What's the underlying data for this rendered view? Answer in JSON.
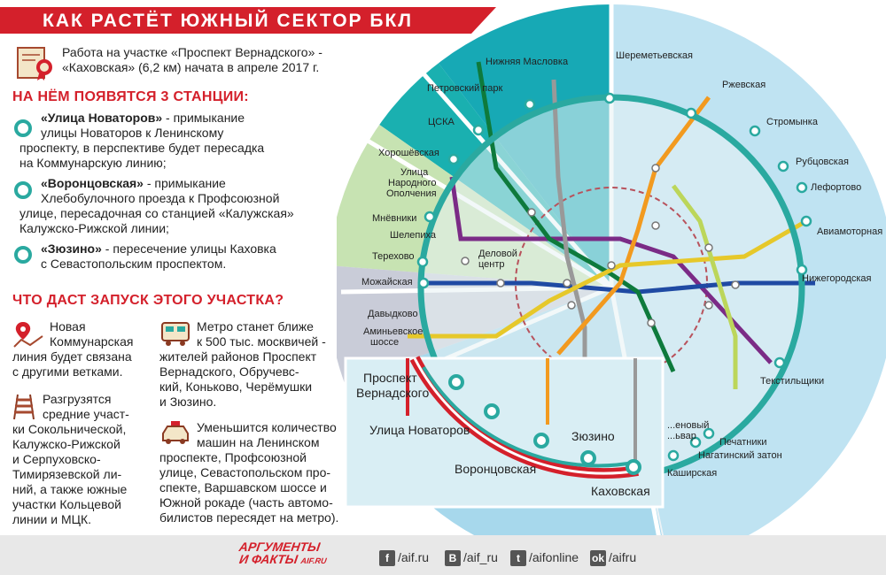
{
  "title": "КАК РАСТЁТ ЮЖНЫЙ СЕКТОР БКЛ",
  "intro": {
    "line1": "Работа на участке «Проспект Вернадского» -",
    "line2": "«Каховская» (6,2 км) начата в апреле 2017 г."
  },
  "stations_heading": "НА НЁМ ПОЯВЯТСЯ 3 СТАНЦИИ:",
  "stations_list": [
    {
      "name": "«Улица Новаторов»",
      "rest": " - примыкание",
      "lines": [
        "улицы Новаторов к Ленинскому",
        "проспекту, в перспективе будет пересадка",
        "на Коммунарскую линию;"
      ]
    },
    {
      "name": "«Воронцовская»",
      "rest": " - примыкание",
      "lines": [
        "Хлебобулочного проезда к Профсоюзной",
        "улице, пересадочная со станцией «Калужская»",
        "Калужско-Рижской линии;"
      ]
    },
    {
      "name": "«Зюзино»",
      "rest": " - пересечение улицы Каховка",
      "lines": [
        "с Севастопольским проспектом."
      ]
    }
  ],
  "benefits_heading": "ЧТО ДАСТ ЗАПУСК ЭТОГО УЧАСТКА?",
  "benefits_left": [
    {
      "icon": "map-pin-icon",
      "lines": [
        "Новая",
        "Коммунарская",
        "линия будет связана",
        "с другими ветками."
      ]
    },
    {
      "icon": "railway-icon",
      "lines": [
        "Разгрузятся",
        "средние участ-",
        "ки Сокольнической,",
        "Калужско-Рижской",
        "и Серпуховско-",
        "Тимирязевской ли-",
        "ний, а также южные",
        "участки Кольцевой",
        "линии и МЦК."
      ]
    }
  ],
  "benefits_right": [
    {
      "icon": "metro-train-icon",
      "lines": [
        "Метро станет ближе",
        "к 500 тыс. москвичей -",
        "жителей районов Проспект",
        "Вернадского, Обручевс-",
        "кий, Коньково, Черёмушки",
        "и Зюзино."
      ]
    },
    {
      "icon": "taxi-car-icon",
      "lines": [
        "Уменьшится количество",
        "машин на Ленинском",
        "проспекте, Профсоюзной",
        "улице, Севастопольском про-",
        "спекте, Варшавском шоссе и",
        "Южной рокаде (часть автомо-",
        "билистов пересядет на метро)."
      ]
    }
  ],
  "map_stations": {
    "sheremetyevskaya": "Шереметьевская",
    "nizhnyaya_maslovka": "Нижняя Масловка",
    "petrovsky_park": "Петровский парк",
    "rzhevskaya": "Ржевская",
    "cska": "ЦСКА",
    "stromynka": "Стромынка",
    "khoroshevskaya": "Хорошёвская",
    "rubtsovskaya": "Рубцовская",
    "narodnoe_1": "Улица",
    "narodnoe_2": "Народного",
    "narodnoe_3": "Ополчения",
    "lefortovo": "Лефортово",
    "mnevniki": "Мнёвники",
    "aviamotornaya": "Авиамоторная",
    "shelepikha": "Шелепиха",
    "terekhovo": "Терехово",
    "delovoy_1": "Деловой",
    "delovoy_2": "центр",
    "mozhayskaya": "Можайская",
    "nizhegorodskaya": "Нижегородская",
    "davydkovo": "Давыдково",
    "aminevskoe_1": "Аминьевское",
    "aminevskoe_2": "шоссе",
    "tekstilshchiki": "Текстильщики",
    "varshavsky_partial": "...еновый",
    "bulvar_partial": "...ьвар",
    "pechatniki": "Печатники",
    "nagatinsky": "Нагатинский затон",
    "kashirskaya": "Каширская"
  },
  "inset_stations": {
    "vernadskogo_1": "Проспект",
    "vernadskogo_2": "Вернадского",
    "novatorov": "Улица Новаторов",
    "zyuzino": "Зюзино",
    "vorontsovskaya": "Воронцовская",
    "kakhovskaya": "Каховская"
  },
  "footer": {
    "logo_top": "АРГУМЕНТЫ",
    "logo_bottom": "И ФАКТЫ",
    "logo_site": "AIF.RU",
    "facebook": "/aif.ru",
    "vk": "/aif_ru",
    "twitter": "/aifonline",
    "ok": "/aifru"
  },
  "colors": {
    "accent_red": "#d4202b",
    "ring_teal": "#2aa9a0",
    "sector_teal": "#17a9b5",
    "sector_light_blue": "#bfe3f2",
    "sector_green": "#c7e3b2",
    "sector_grey": "#c9ccd8"
  }
}
